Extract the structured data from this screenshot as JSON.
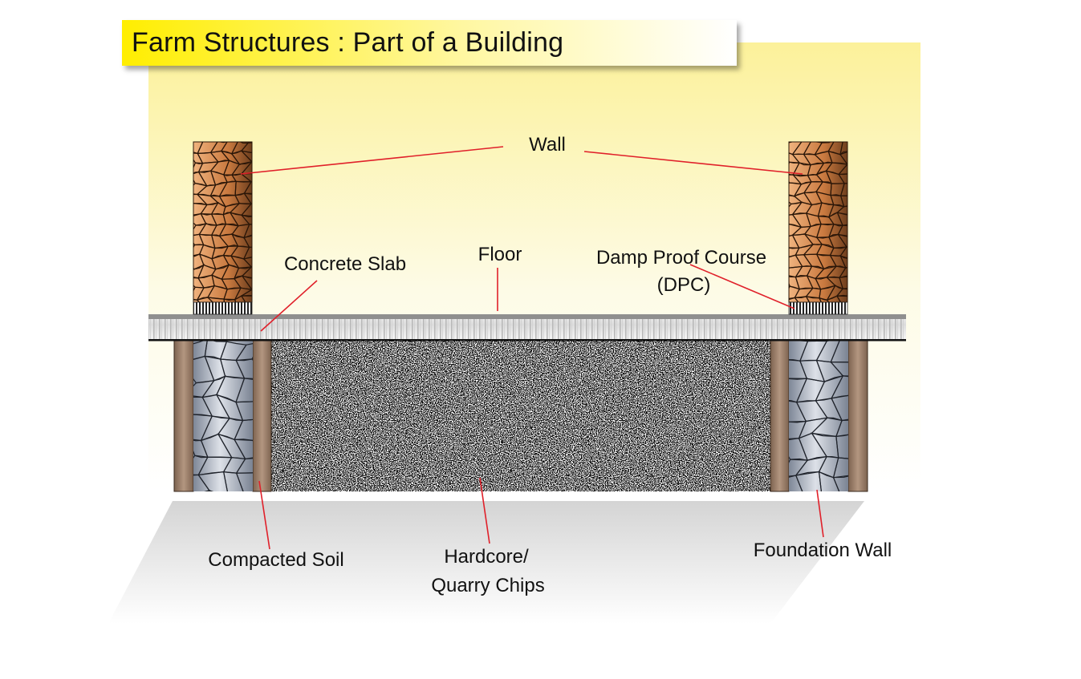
{
  "title": "Farm Structures : Part of a Building",
  "labels": {
    "wall": "Wall",
    "concrete_slab": "Concrete Slab",
    "floor": "Floor",
    "dpc_line1": "Damp Proof Course",
    "dpc_line2": "(DPC)",
    "compacted_soil": "Compacted Soil",
    "hardcore_line1": "Hardcore/",
    "hardcore_line2": "Quarry Chips",
    "foundation_wall": "Foundation Wall"
  },
  "colors": {
    "leader_line": "#e0202a",
    "title_highlight": "#ffee00",
    "brick": "#c8773f",
    "stone": "#9aa4b4",
    "foundation_post": "#9c7e66",
    "background_glow": "#fdf6b0"
  }
}
